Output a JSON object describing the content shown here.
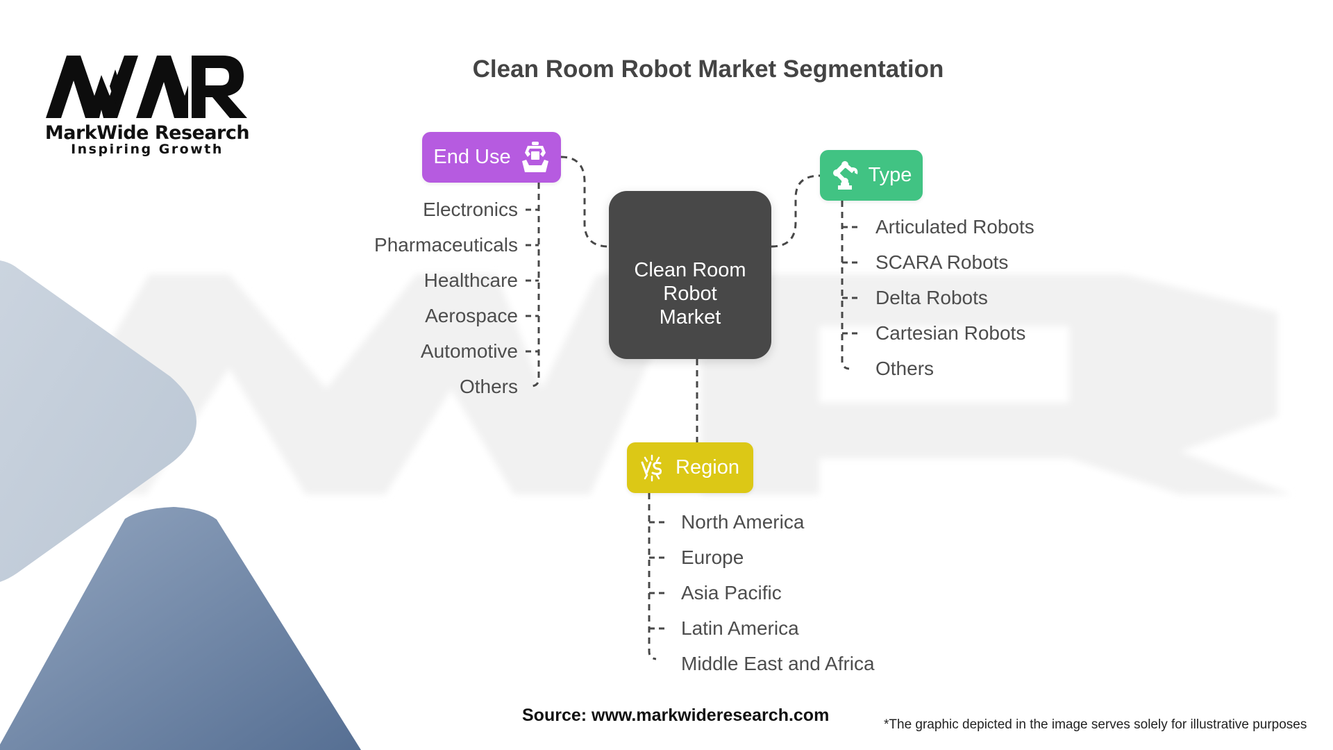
{
  "logo": {
    "mark": "MWR",
    "name": "MarkWide Research",
    "tagline": "Inspiring Growth"
  },
  "title": "Clean Room Robot Market Segmentation",
  "center": {
    "lines": [
      "Clean Room",
      "Robot",
      "Market"
    ]
  },
  "segments": {
    "end_use": {
      "label": "End Use",
      "icon": "robot-gripper-box-icon",
      "color": "#B65BE0",
      "items": [
        "Electronics",
        "Pharmaceuticals",
        "Healthcare",
        "Aerospace",
        "Automotive",
        "Others"
      ]
    },
    "type": {
      "label": "Type",
      "icon": "robot-arm-icon",
      "color": "#41C383",
      "items": [
        "Articulated Robots",
        "SCARA Robots",
        "Delta Robots",
        "Cartesian Robots",
        "Others"
      ]
    },
    "region": {
      "label": "Region",
      "icon": "vs-icon",
      "color": "#DCC816",
      "items": [
        "North America",
        "Europe",
        "Asia Pacific",
        "Latin America",
        "Middle East and Africa"
      ]
    }
  },
  "footer": {
    "source": "Source: www.markwideresearch.com",
    "disclaimer": "*The graphic depicted in the image serves solely for illustrative purposes"
  },
  "colors": {
    "center": "#484848",
    "connector": "#484848",
    "bg_shape_light": "#C3CDDA",
    "bg_shape_dark": "#6F86A6"
  }
}
